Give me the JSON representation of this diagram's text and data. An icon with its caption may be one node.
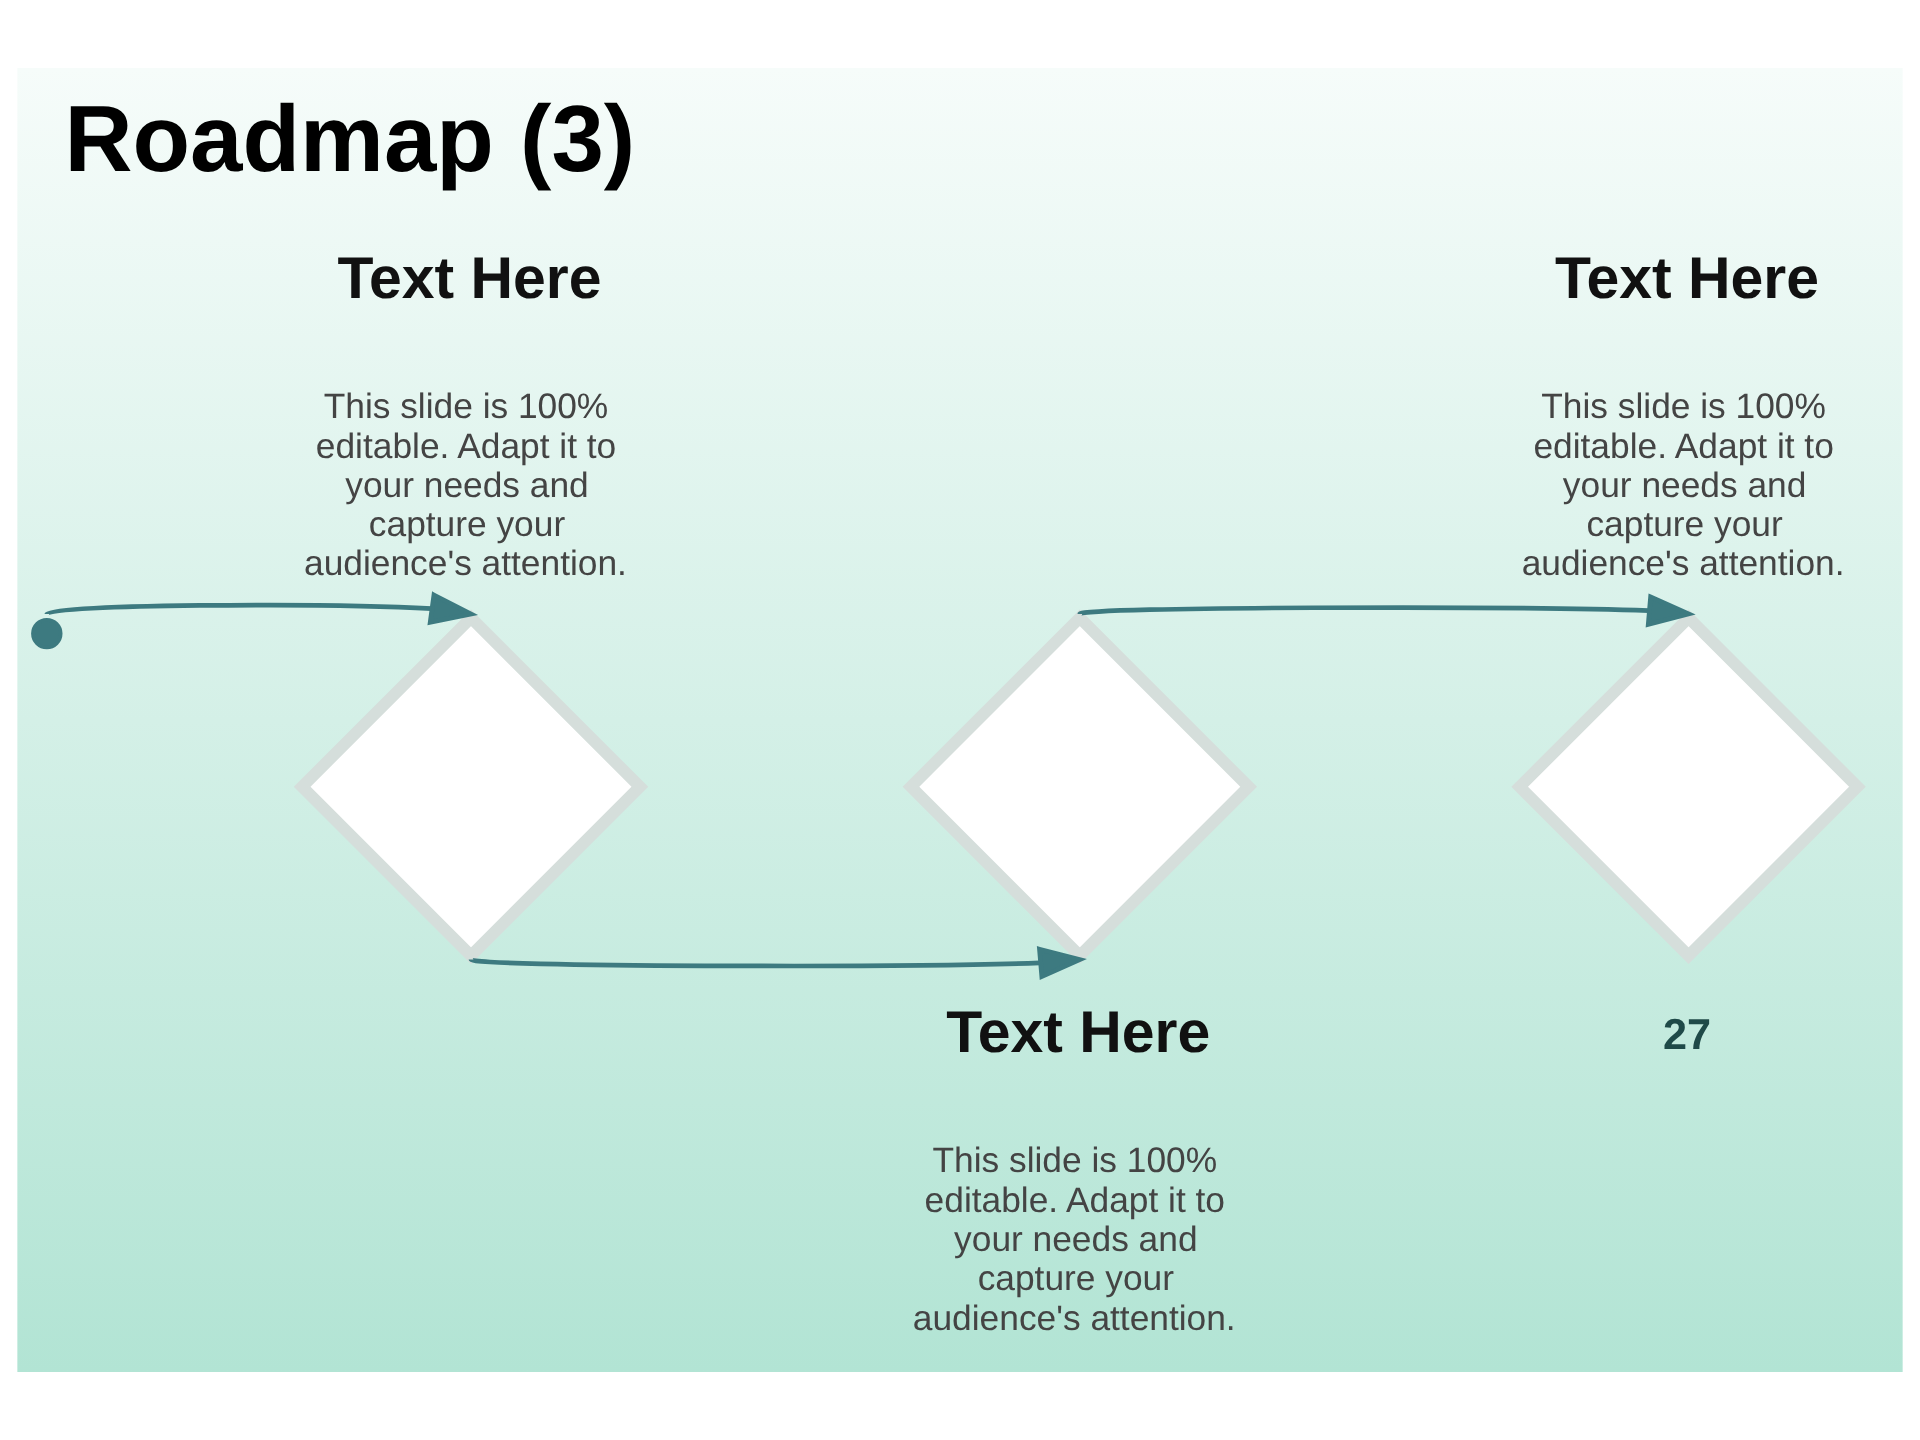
{
  "diagram": {
    "title": "Roadmap (3)",
    "nodes": [
      {
        "text": [],
        "shape": "circle"
      },
      {
        "text": [],
        "shape": "diamond"
      },
      {
        "text": [],
        "shape": "diamond"
      },
      {
        "text": [],
        "shape": "diamond"
      }
    ],
    "edges": [
      {
        "from": 0,
        "to": 1,
        "arrow": "to"
      },
      {
        "from": 1,
        "to": 2,
        "arrow": "to"
      },
      {
        "from": 2,
        "to": 3,
        "arrow": "to"
      }
    ],
    "labels": [
      "Text Here",
      "This slide is 100% editable. Adapt it to your needs and capture your audience's attention.",
      "Text Here",
      "This slide is 100% editable. Adapt it to your needs and capture your audience's attention.",
      "Text Here",
      "This slide is 100% editable. Adapt it to your needs and capture your audience's attention.",
      "27"
    ]
  }
}
